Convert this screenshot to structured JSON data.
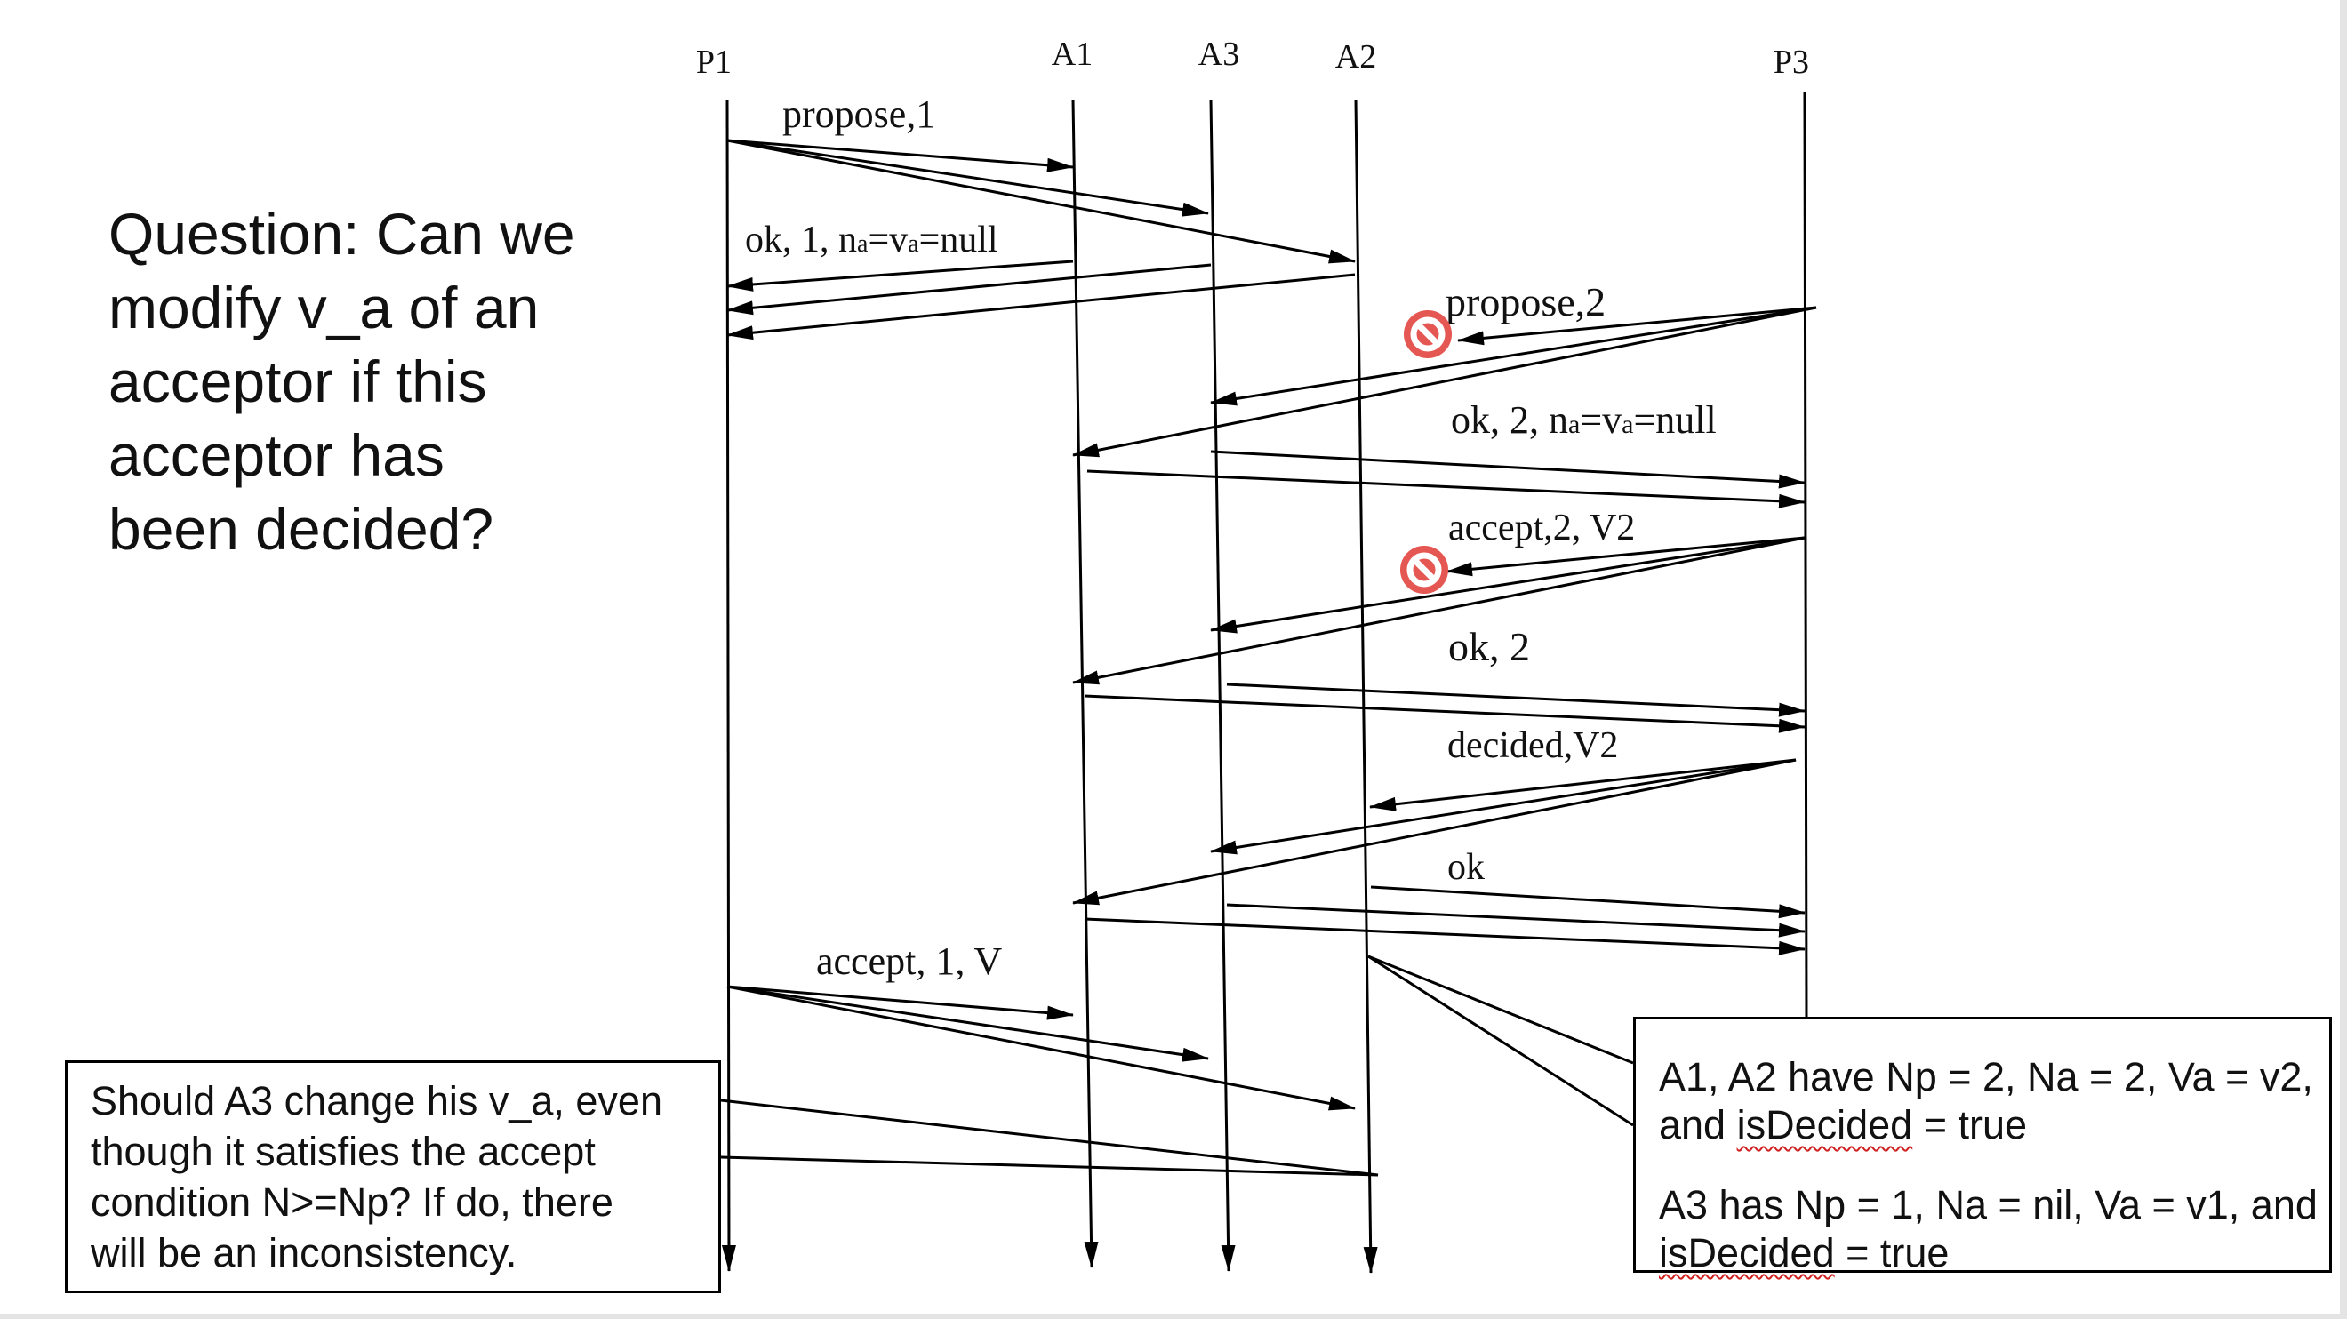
{
  "processes": {
    "p1": "P1",
    "a1": "A1",
    "a3": "A3",
    "a2": "A2",
    "p3": "P3"
  },
  "messages": {
    "propose1": "propose,1",
    "ok1_prefix": "ok, 1, n",
    "ok1_sub1": "a",
    "ok1_mid": "=v",
    "ok1_sub2": "a",
    "ok1_suffix": "=null",
    "propose2": "propose,2",
    "ok2_prefix": "ok, 2, n",
    "ok2_sub1": "a",
    "ok2_mid": "=v",
    "ok2_sub2": "a",
    "ok2_suffix": "=null",
    "accept2": "accept,2, V2",
    "ok_2": "ok, 2",
    "decided": "decided,V2",
    "ok": "ok",
    "accept1": "accept, 1, V"
  },
  "question": {
    "lines": [
      "Question: Can we",
      "modify v_a of an",
      "acceptor if this",
      "acceptor has",
      "been decided?"
    ]
  },
  "bottom_note": {
    "lines": [
      "Should A3 change his v_a, even",
      "though it satisfies the accept",
      "condition N>=Np? If do, there",
      "will be an inconsistency."
    ]
  },
  "state_note": {
    "line1": "A1, A2 have Np = 2, Na = 2, Va = v2,",
    "line2_prefix": "and ",
    "line2_word": "isDecided",
    "line2_suffix": " = true",
    "line3": "A3 has Np = 1, Na = nil, Va = v1, and",
    "line4_word": "isDecided",
    "line4_suffix": " = true"
  },
  "colors": {
    "line": "#000000",
    "blocked_marker": "#e0322c",
    "spellcheck_underline": "#d02020"
  },
  "icons": {
    "blocked_marker": "no-entry-icon"
  }
}
